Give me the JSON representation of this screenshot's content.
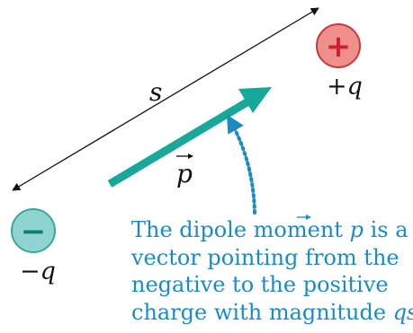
{
  "labels": {
    "separation": "s",
    "dipole_vector": "p",
    "negative_charge": "−q",
    "positive_charge": "+q"
  },
  "charges": {
    "positive_symbol": "+",
    "negative_symbol": "−"
  },
  "annotation": {
    "line1_a": "The dipole moment ",
    "line1_p": "p",
    "line1_b": " is a",
    "line2": "vector pointing from the",
    "line3": "negative to the positive",
    "line4_a": "charge with magnitude ",
    "line4_qs": "qs",
    "line4_b": "."
  },
  "colors": {
    "teal": "#17a89a",
    "annotation_blue": "#1b8bc2",
    "positive_fill": "#ef8f8c",
    "positive_stroke": "#c63a3e",
    "positive_sign": "#d01f2d",
    "negative_fill": "#8fd4cf",
    "negative_stroke": "#3aa79e",
    "negative_sign": "#117c74",
    "ink": "#111111"
  }
}
